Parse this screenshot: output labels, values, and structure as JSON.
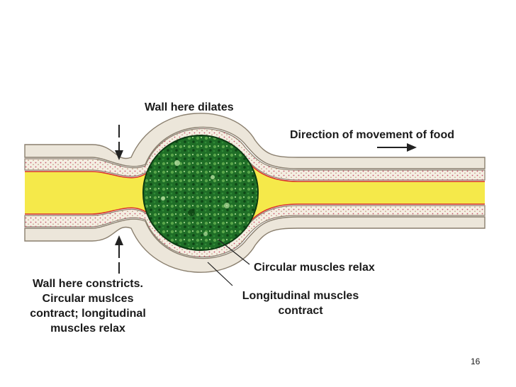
{
  "labels": {
    "wall_dilates": "Wall here dilates",
    "direction": "Direction of movement of food",
    "circular_relax": "Circular muscles relax",
    "longitudinal_line1": "Longitudinal muscles",
    "longitudinal_line2": "contract",
    "constricts_line1": "Wall here constricts.",
    "constricts_line2": "Circular muslces",
    "constricts_line3": "contract; longitudinal",
    "constricts_line4": "muscles relax"
  },
  "page_number": "16",
  "colors": {
    "lumen": "#f5e94a",
    "food_bolus": "#1f6e27",
    "muscle_layer": "#ece6da",
    "layer_outline": "#8a7f6e",
    "speckle": "#c8506a",
    "inner_lining": "#d6302a"
  }
}
